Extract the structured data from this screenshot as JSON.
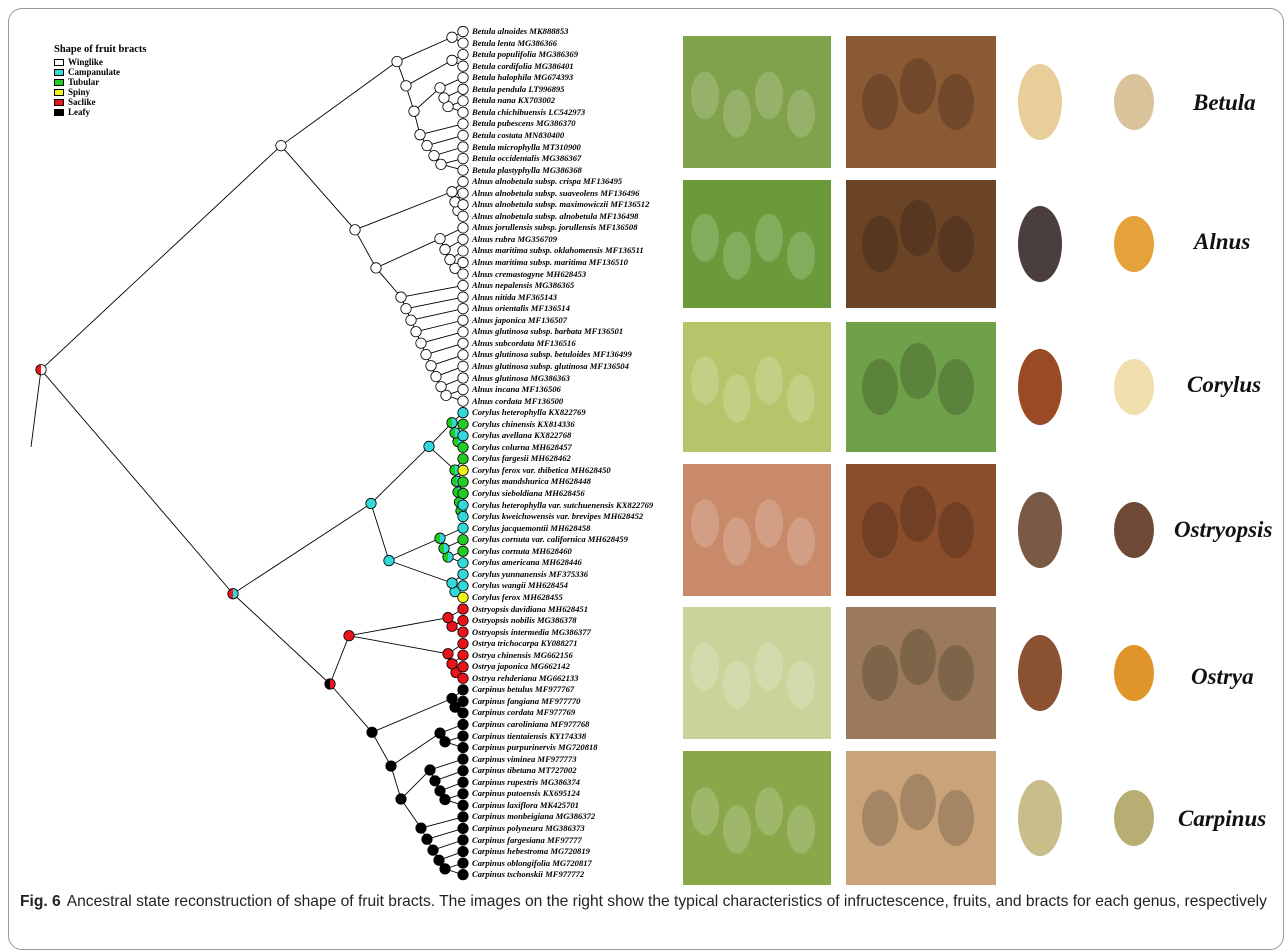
{
  "legend": {
    "title": "Shape of fruit bracts",
    "items": [
      {
        "label": "Winglike",
        "color": "#ffffff"
      },
      {
        "label": "Campanulate",
        "color": "#33d8d8"
      },
      {
        "label": "Tubular",
        "color": "#22cc22"
      },
      {
        "label": "Spiny",
        "color": "#f2f21a"
      },
      {
        "label": "Saclike",
        "color": "#e8141a"
      },
      {
        "label": "Leafy",
        "color": "#000000"
      }
    ]
  },
  "taxa": [
    {
      "name": "Betula alnoides MK888853",
      "state": "Winglike"
    },
    {
      "name": "Betula lenta MG386366",
      "state": "Winglike"
    },
    {
      "name": "Betula populifolia MG386369",
      "state": "Winglike"
    },
    {
      "name": "Betula cordifolia MG386401",
      "state": "Winglike"
    },
    {
      "name": "Betula halophila MG674393",
      "state": "Winglike"
    },
    {
      "name": "Betula pendula LT996895",
      "state": "Winglike"
    },
    {
      "name": "Betula nana KX703002",
      "state": "Winglike"
    },
    {
      "name": "Betula chichibuensis LC542973",
      "state": "Winglike"
    },
    {
      "name": "Betula pubescens MG386370",
      "state": "Winglike"
    },
    {
      "name": "Betula costata MN830400",
      "state": "Winglike"
    },
    {
      "name": "Betula microphylla MT310900",
      "state": "Winglike"
    },
    {
      "name": "Betula occidentalis MG386367",
      "state": "Winglike"
    },
    {
      "name": "Betula plastyphylla MG386368",
      "state": "Winglike"
    },
    {
      "name": "Alnus alnobetula subsp. crispa MF136495",
      "state": "Winglike"
    },
    {
      "name": "Alnus alnobetula subsp. suaveolens MF136496",
      "state": "Winglike"
    },
    {
      "name": "Alnus alnobetula subsp. maximowiczii MF136512",
      "state": "Winglike"
    },
    {
      "name": "Alnus alnobetula subsp. alnobetula MF136498",
      "state": "Winglike"
    },
    {
      "name": "Alnus jorullensis subsp. jorullensis MF136508",
      "state": "Winglike"
    },
    {
      "name": "Alnus rubra MG356709",
      "state": "Winglike"
    },
    {
      "name": "Alnus maritima subsp. oklahomensis MF136511",
      "state": "Winglike"
    },
    {
      "name": "Alnus maritima subsp. maritima MF136510",
      "state": "Winglike"
    },
    {
      "name": "Alnus cremastogyne MH628453",
      "state": "Winglike"
    },
    {
      "name": "Alnus nepalensis MG386365",
      "state": "Winglike"
    },
    {
      "name": "Alnus nitida MF365143",
      "state": "Winglike"
    },
    {
      "name": "Alnus orientalis MF136514",
      "state": "Winglike"
    },
    {
      "name": "Alnus japonica MF136507",
      "state": "Winglike"
    },
    {
      "name": "Alnus glutinosa subsp. barbata MF136501",
      "state": "Winglike"
    },
    {
      "name": "Alnus subcordata MF136516",
      "state": "Winglike"
    },
    {
      "name": "Alnus glutinosa subsp. betuloides MF136499",
      "state": "Winglike"
    },
    {
      "name": "Alnus glutinosa subsp. glutinosa MF136504",
      "state": "Winglike"
    },
    {
      "name": "Alnus glutinosa MG386363",
      "state": "Winglike"
    },
    {
      "name": "Alnus incana MF136506",
      "state": "Winglike"
    },
    {
      "name": "Alnus cordata MF136500",
      "state": "Winglike"
    },
    {
      "name": "Corylus heterophylla KX822769",
      "state": "Campanulate"
    },
    {
      "name": "Corylus chinensis KX814336",
      "state": "Tubular"
    },
    {
      "name": "Corylus avellana KX822768",
      "state": "Campanulate"
    },
    {
      "name": "Corylus colurna MH628457",
      "state": "Tubular"
    },
    {
      "name": "Corylus fargesii MH628462",
      "state": "Tubular"
    },
    {
      "name": "Corylus ferox var. thibetica MH628450",
      "state": "Spiny"
    },
    {
      "name": "Corylus mandshurica MH628448",
      "state": "Tubular"
    },
    {
      "name": "Corylus sieboldiana MH628456",
      "state": "Tubular"
    },
    {
      "name": "Corylus heterophylla var. sutchuenensis KX822769",
      "state": "Campanulate"
    },
    {
      "name": "Corylus kweichowensis var. brevipes MH628452",
      "state": "Campanulate"
    },
    {
      "name": "Corylus jacquemontii MH628458",
      "state": "Campanulate"
    },
    {
      "name": "Corylus cornuta var. californica MH628459",
      "state": "Tubular"
    },
    {
      "name": "Corylus cornuta MH628460",
      "state": "Tubular"
    },
    {
      "name": "Corylus americana MH628446",
      "state": "Campanulate"
    },
    {
      "name": "Corylus yunnanensis MF375336",
      "state": "Campanulate"
    },
    {
      "name": "Corylus wangii MH628454",
      "state": "Campanulate"
    },
    {
      "name": "Corylus ferox MH628455",
      "state": "Spiny"
    },
    {
      "name": "Ostryopsis davidiana MH628451",
      "state": "Saclike"
    },
    {
      "name": "Ostryopsis nobilis MG386378",
      "state": "Saclike"
    },
    {
      "name": "Ostryopsis intermedia MG386377",
      "state": "Saclike"
    },
    {
      "name": "Ostrya trichocarpa KY088271",
      "state": "Saclike"
    },
    {
      "name": "Ostrya chinensis MG662156",
      "state": "Saclike"
    },
    {
      "name": "Ostrya japonica MG662142",
      "state": "Saclike"
    },
    {
      "name": "Ostrya rehderiana MG662133",
      "state": "Saclike"
    },
    {
      "name": "Carpinus betulus MF977767",
      "state": "Leafy"
    },
    {
      "name": "Carpinus fangiana MF977770",
      "state": "Leafy"
    },
    {
      "name": "Carpinus cordata MF977769",
      "state": "Leafy"
    },
    {
      "name": "Carpinus caroliniana MF977768",
      "state": "Leafy"
    },
    {
      "name": "Carpinus tientaiensis KY174338",
      "state": "Leafy"
    },
    {
      "name": "Carpinus purpurinervis MG720818",
      "state": "Leafy"
    },
    {
      "name": "Carpinus viminea MF977773",
      "state": "Leafy"
    },
    {
      "name": "Carpinus tibetana MT727002",
      "state": "Leafy"
    },
    {
      "name": "Carpinus rupestris MG386374",
      "state": "Leafy"
    },
    {
      "name": "Carpinus putoensis KX695124",
      "state": "Leafy"
    },
    {
      "name": "Carpinus laxiflora MK425701",
      "state": "Leafy"
    },
    {
      "name": "Carpinus monbeigiana MG386372",
      "state": "Leafy"
    },
    {
      "name": "Carpinus polyneura MG386373",
      "state": "Leafy"
    },
    {
      "name": "Carpinus fargesiana MF97777",
      "state": "Leafy"
    },
    {
      "name": "Carpinus hebestroma MG720819",
      "state": "Leafy"
    },
    {
      "name": "Carpinus oblongifolia MG720817",
      "state": "Leafy"
    },
    {
      "name": "Carpinus tschonskii MF977772",
      "state": "Leafy"
    }
  ],
  "genera": [
    {
      "name": "Betula",
      "colors": {
        "photo1": "#7fa24a",
        "photo2": "#8a5a34",
        "bract": "#e8cf9a",
        "fruit": "#d9c39a"
      }
    },
    {
      "name": "Alnus",
      "colors": {
        "photo1": "#6a9a3a",
        "photo2": "#6b4426",
        "bract": "#4a3f3c",
        "fruit": "#e6a23a"
      }
    },
    {
      "name": "Corylus",
      "colors": {
        "photo1": "#b8c46a",
        "photo2": "#6fa04a",
        "bract": "#9a4a24",
        "fruit": "#f1dfae"
      }
    },
    {
      "name": "Ostryopsis",
      "colors": {
        "photo1": "#c98a6a",
        "photo2": "#8a4e2c",
        "bract": "#7a5a44",
        "fruit": "#6e4a36"
      }
    },
    {
      "name": "Ostrya",
      "colors": {
        "photo1": "#c9d49a",
        "photo2": "#9a7a5a",
        "bract": "#8a5230",
        "fruit": "#e0952a"
      }
    },
    {
      "name": "Carpinus",
      "colors": {
        "photo1": "#8aa84a",
        "photo2": "#c9a47a",
        "bract": "#c9bd8a",
        "fruit": "#b8ae74"
      }
    }
  ],
  "caption": {
    "fig_label": "Fig. 6",
    "text": "Ancestral state reconstruction of shape of fruit bracts. The images on the right show the typical characteristics of infructescence, fruits, and bracts for each genus, respectively"
  }
}
